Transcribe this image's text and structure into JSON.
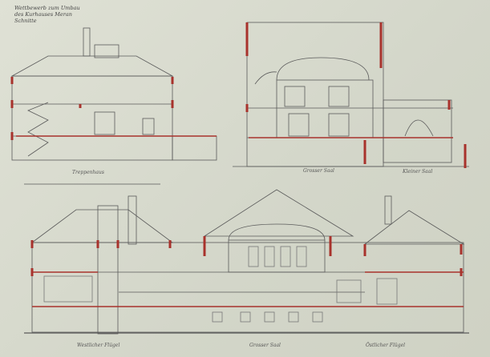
{
  "title_lines": [
    "Wettbewerb zum Umbau",
    "des Kurhauses Meran",
    "Schnitte"
  ],
  "labels": {
    "stair_section": "Treppenhaus",
    "great_hall_top": "Grosser Saal",
    "small_hall": "Kleiner Saal",
    "west_wing": "Westlicher Flügel",
    "great_hall_bottom": "Grosser Saal",
    "east_wing": "Östlicher Flügel"
  },
  "colors": {
    "paper": "#d9dccf",
    "cut": "#a8322c",
    "line": "#555"
  }
}
